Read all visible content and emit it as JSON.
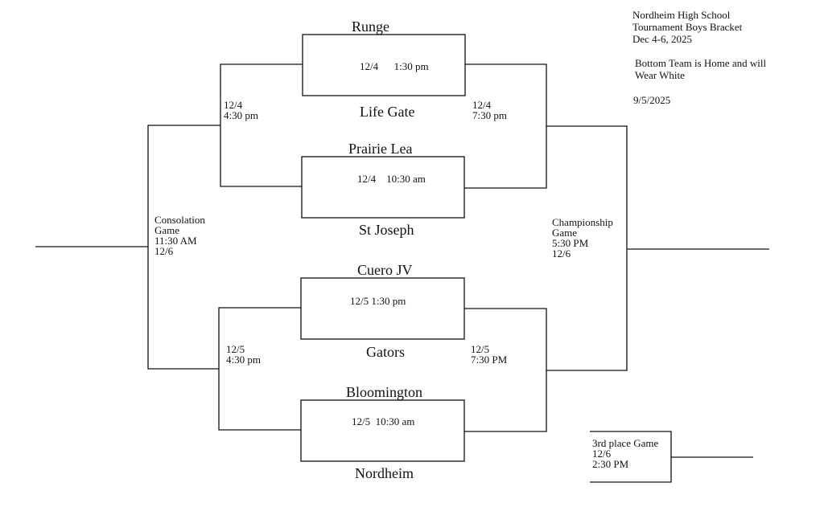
{
  "header": {
    "school": "Nordheim High School",
    "tournament": "Tournament Boys Bracket",
    "dates": "Dec 4-6, 2025",
    "note_line1": "Bottom Team is Home and will",
    "note_line2": "Wear White",
    "date_posted": "9/5/2025"
  },
  "games": [
    {
      "top_team": "Runge",
      "bottom_team": "Life Gate",
      "time": "12/4      1:30 pm"
    },
    {
      "top_team": "Prairie Lea",
      "bottom_team": "St Joseph",
      "time": "12/4    10:30 am"
    },
    {
      "top_team": "Cuero JV",
      "bottom_team": "Gators",
      "time": "12/5 1:30 pm"
    },
    {
      "top_team": "Bloomington",
      "bottom_team": "Nordheim",
      "time": "12/5  10:30 am"
    }
  ],
  "labels": {
    "consolation_left_top": "12/4\n4:30  pm",
    "winners_right_top": "12/4\n7:30  pm",
    "consolation_left_bottom": "12/5\n4:30  pm",
    "winners_right_bottom": "12/5\n7:30 PM",
    "consolation_game": "Consolation\nGame\n11:30 AM\n12/6",
    "championship_game": "Championship\nGame\n5:30 PM\n12/6",
    "third_place_game": "3rd place Game\n12/6\n2:30 PM"
  }
}
